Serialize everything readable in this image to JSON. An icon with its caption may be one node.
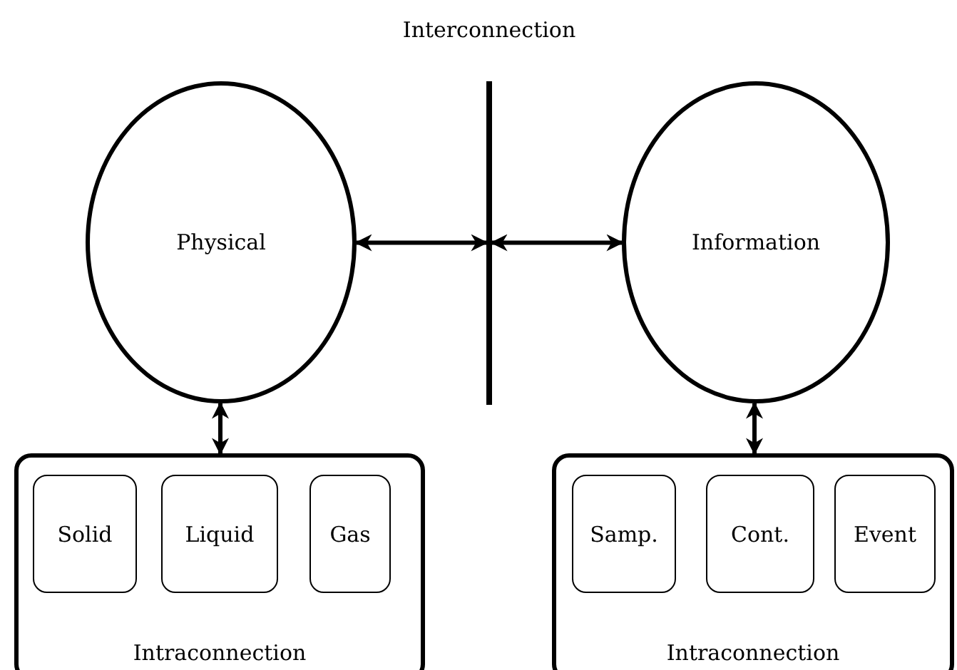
{
  "diagram": {
    "nodes": [
      {
        "text": [
          "Physical"
        ]
      },
      {
        "text": [],
        "shape": "bar",
        "beside": [
          "Interconnection"
        ]
      },
      {
        "text": [
          "Information"
        ]
      },
      {
        "text": [
          "Intraconnection"
        ]
      },
      {
        "text": [
          "Solid"
        ],
        "in": 3
      },
      {
        "text": [
          "Liquid"
        ],
        "in": 3
      },
      {
        "text": [
          "Gas"
        ],
        "in": 3
      },
      {
        "text": [
          "Intraconnection"
        ]
      },
      {
        "text": [
          "Samp."
        ],
        "in": 7
      },
      {
        "text": [
          "Cont."
        ],
        "in": 7
      },
      {
        "text": [
          "Event"
        ],
        "in": 7
      }
    ],
    "edges": [
      {
        "from": 0,
        "to": 1,
        "arrow": "both"
      },
      {
        "from": 1,
        "to": 2,
        "arrow": "both"
      },
      {
        "from": 0,
        "to": 3,
        "arrow": "both"
      },
      {
        "from": 2,
        "to": 7,
        "arrow": "both"
      }
    ]
  }
}
